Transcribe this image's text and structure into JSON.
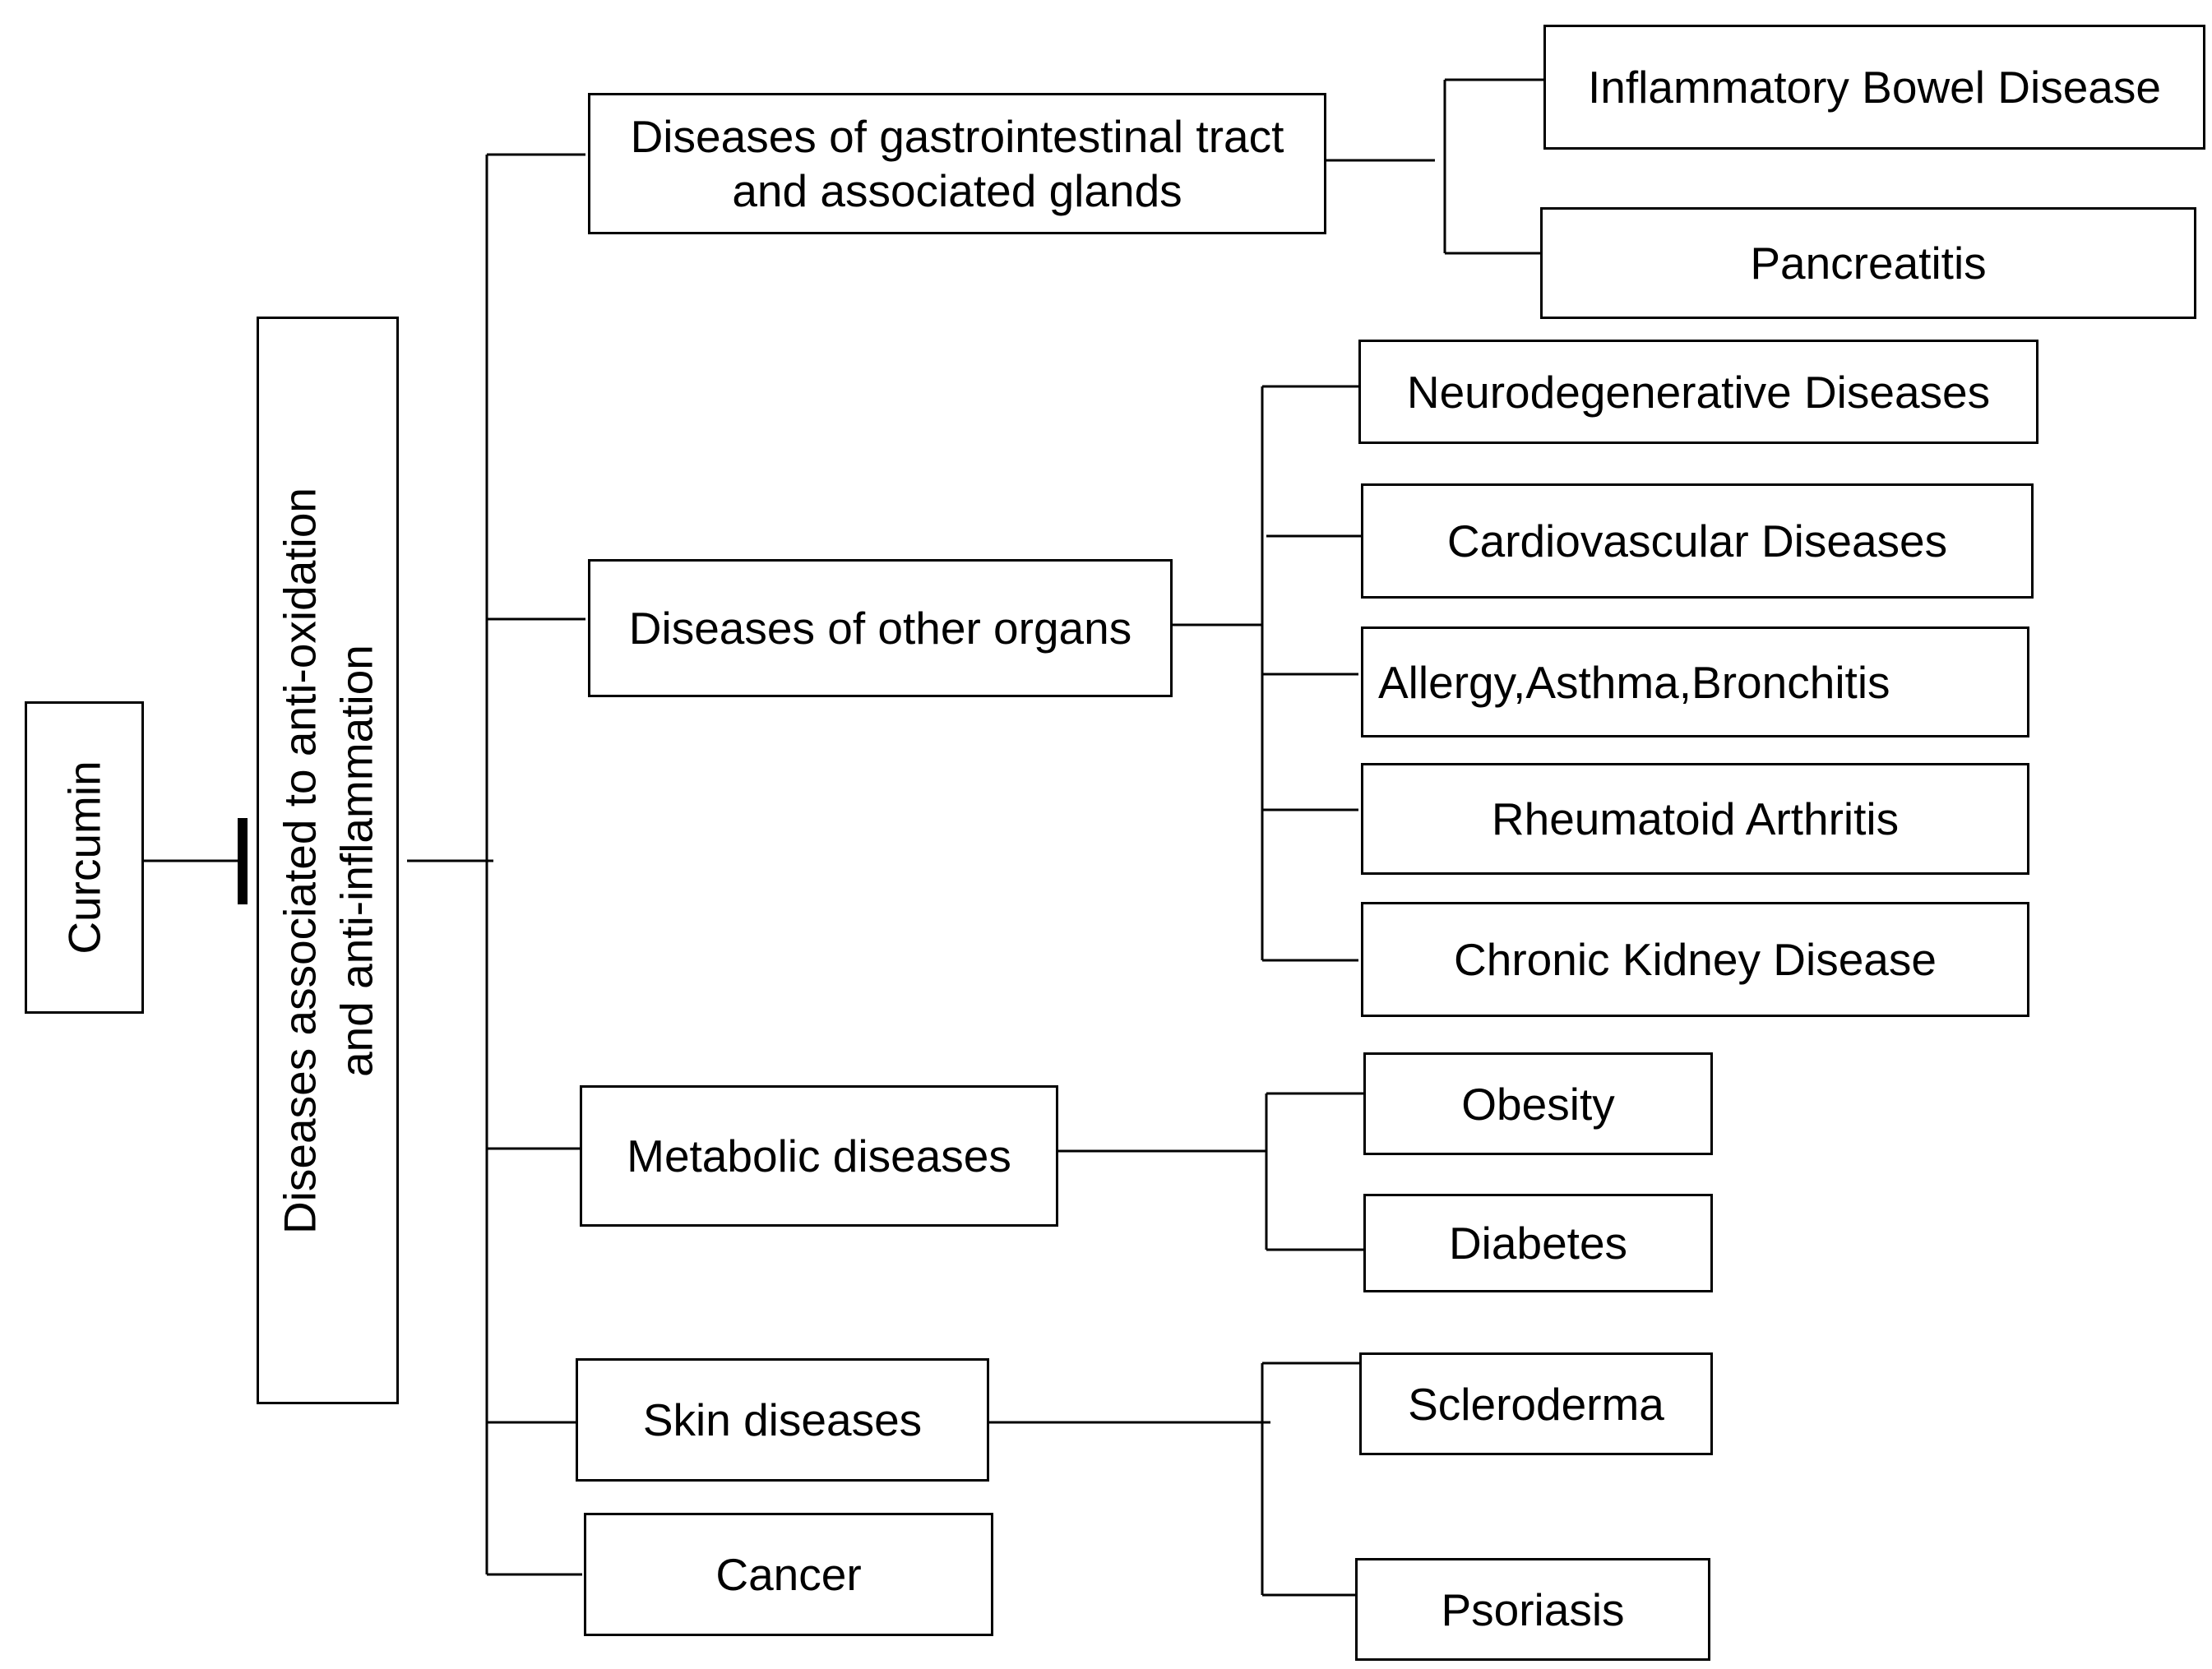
{
  "source": "Curcumin",
  "target": {
    "line1": "Diseases associated to anti-oxidation",
    "line2": "and anti-inflammation"
  },
  "categories": {
    "gi": {
      "line1": "Diseases of gastrointestinal tract",
      "line2": "and associated glands",
      "children": [
        "Inflammatory Bowel Disease",
        "Pancreatitis"
      ]
    },
    "other": {
      "label": "Diseases of other organs",
      "children": [
        "Neurodegenerative Diseases",
        "Cardiovascular Diseases",
        "Allergy,Asthma,Bronchitis",
        "Rheumatoid Arthritis",
        "Chronic Kidney Disease"
      ]
    },
    "metabolic": {
      "label": "Metabolic diseases",
      "children": [
        "Obesity",
        "Diabetes"
      ]
    },
    "skin": {
      "label": "Skin diseases",
      "children": [
        "Scleroderma",
        "Psoriasis"
      ]
    },
    "cancer": {
      "label": "Cancer"
    }
  }
}
